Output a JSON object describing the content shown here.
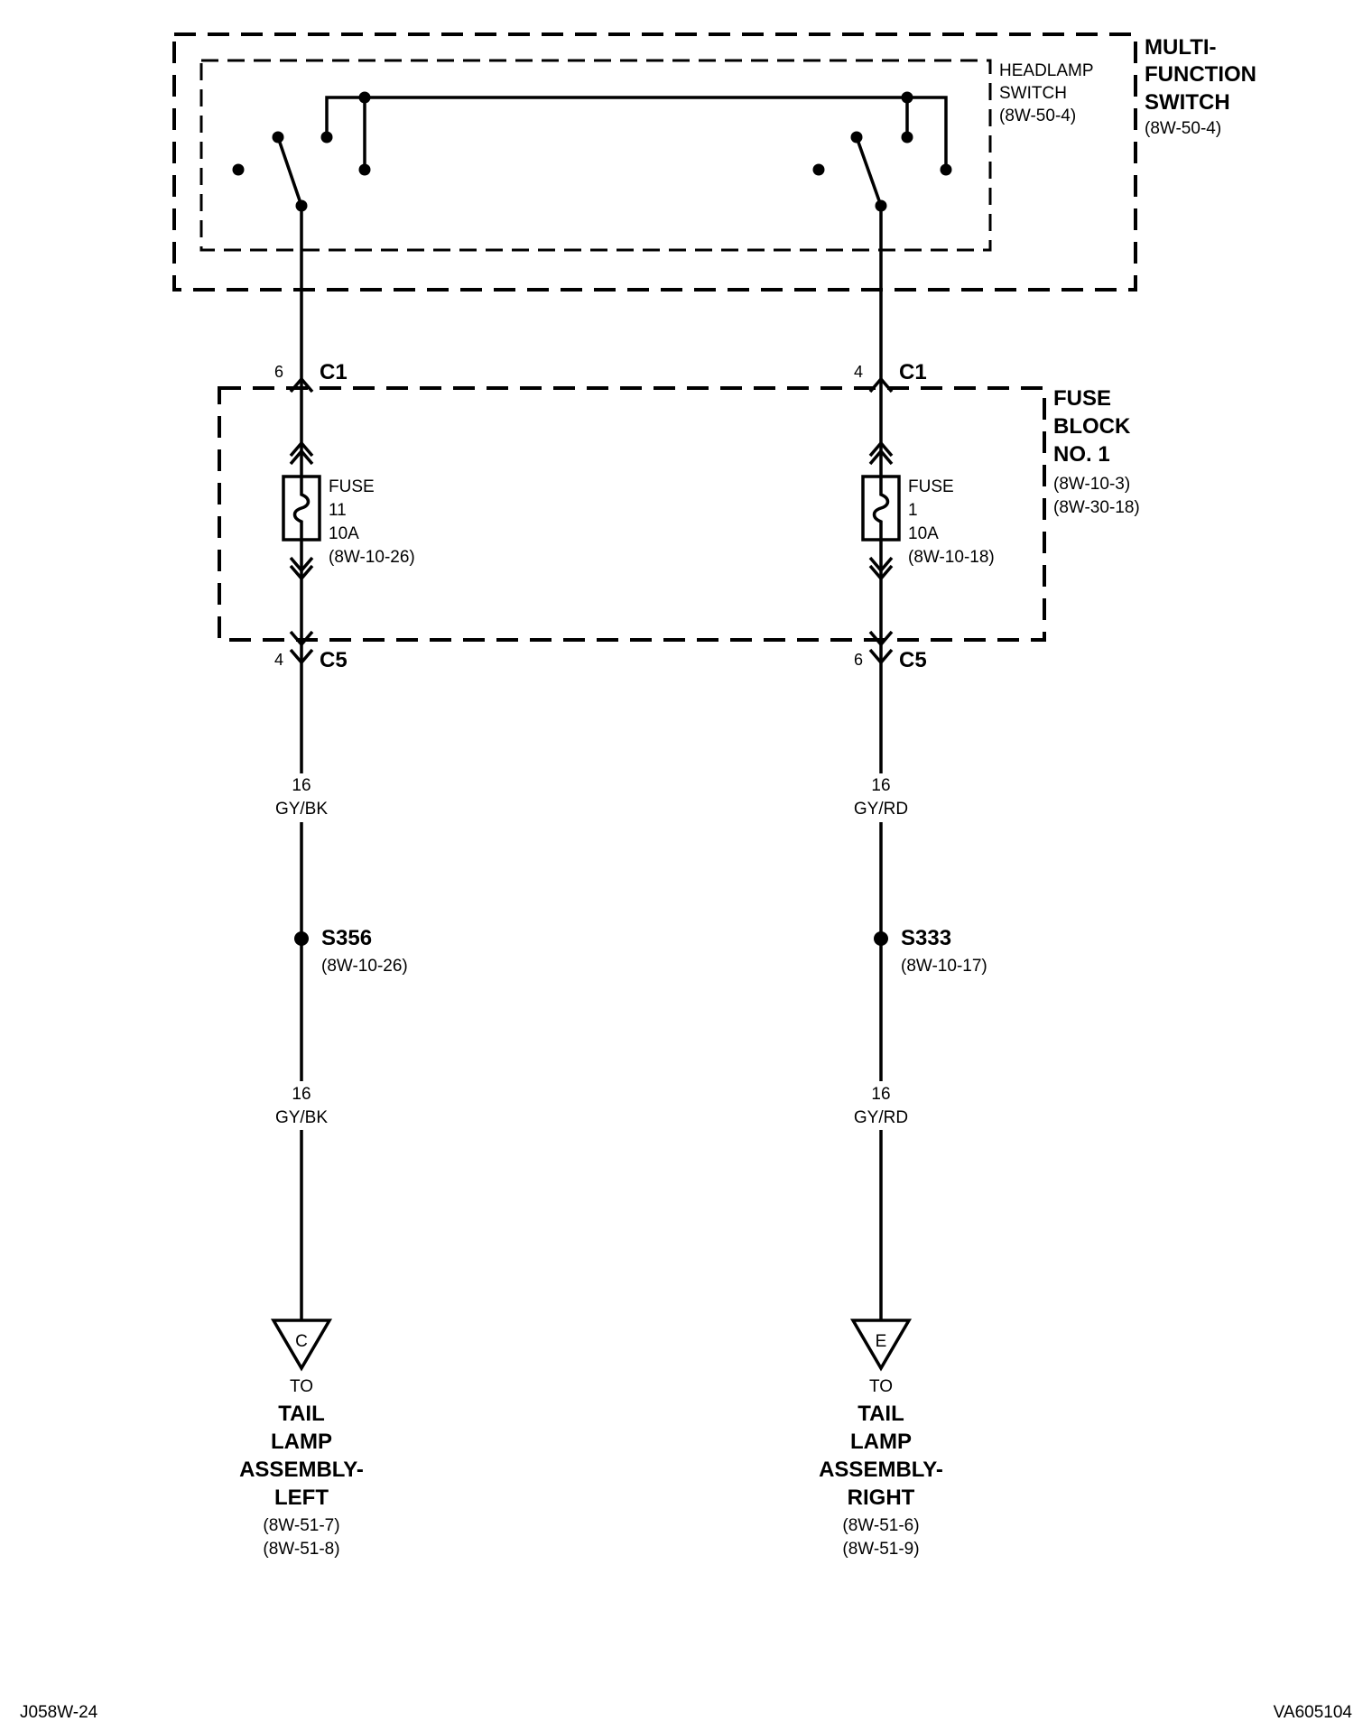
{
  "multifunction_switch": {
    "label_1": "MULTI-",
    "label_2": "FUNCTION",
    "label_3": "SWITCH",
    "ref": "(8W-50-4)"
  },
  "headlamp_switch": {
    "label_1": "HEADLAMP",
    "label_2": "SWITCH",
    "ref": "(8W-50-4)"
  },
  "fuse_block": {
    "label_1": "FUSE",
    "label_2": "BLOCK",
    "label_3": "NO. 1",
    "ref_1": "(8W-10-3)",
    "ref_2": "(8W-30-18)"
  },
  "circuits": {
    "left": {
      "c1_pin": "6",
      "c1_label": "C1",
      "fuse": {
        "label": "FUSE",
        "number": "11",
        "rating": "10A",
        "ref": "(8W-10-26)"
      },
      "c5_pin": "4",
      "c5_label": "C5",
      "wire_upper": {
        "gauge": "16",
        "color": "GY/BK"
      },
      "splice": {
        "id": "S356",
        "ref": "(8W-10-26)"
      },
      "wire_lower": {
        "gauge": "16",
        "color": "GY/BK"
      },
      "connector_letter": "C",
      "dest_to": "TO",
      "dest_1": "TAIL",
      "dest_2": "LAMP",
      "dest_3": "ASSEMBLY-",
      "dest_4": "LEFT",
      "dest_ref_1": "(8W-51-7)",
      "dest_ref_2": "(8W-51-8)"
    },
    "right": {
      "c1_pin": "4",
      "c1_label": "C1",
      "fuse": {
        "label": "FUSE",
        "number": "1",
        "rating": "10A",
        "ref": "(8W-10-18)"
      },
      "c5_pin": "6",
      "c5_label": "C5",
      "wire_upper": {
        "gauge": "16",
        "color": "GY/RD"
      },
      "splice": {
        "id": "S333",
        "ref": "(8W-10-17)"
      },
      "wire_lower": {
        "gauge": "16",
        "color": "GY/RD"
      },
      "connector_letter": "E",
      "dest_to": "TO",
      "dest_1": "TAIL",
      "dest_2": "LAMP",
      "dest_3": "ASSEMBLY-",
      "dest_4": "RIGHT",
      "dest_ref_1": "(8W-51-6)",
      "dest_ref_2": "(8W-51-9)"
    }
  },
  "footer": {
    "left_code": "J058W-24",
    "right_code": "VA605104"
  }
}
